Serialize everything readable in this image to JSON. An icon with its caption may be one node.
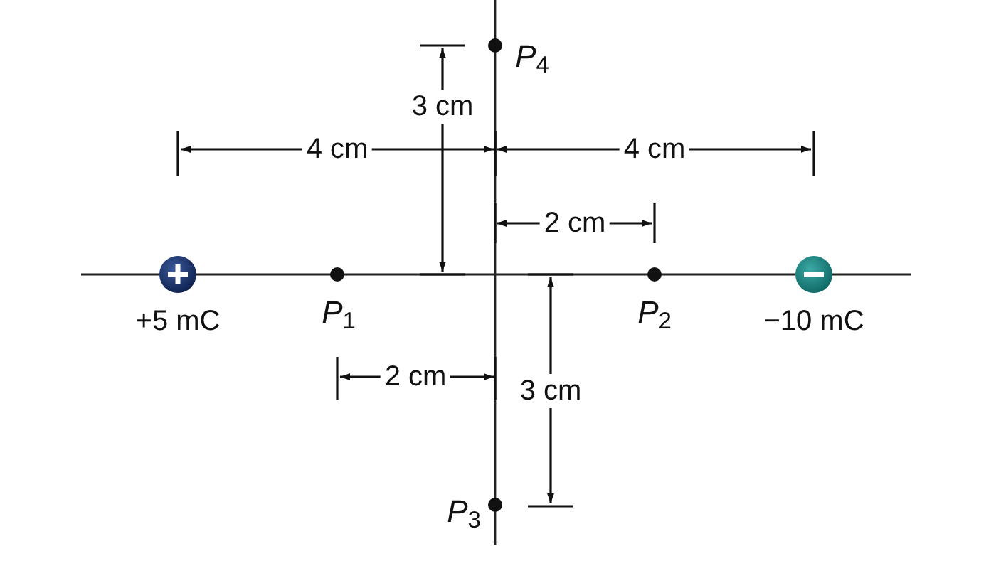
{
  "diagram": {
    "labels": [
      "*P*$_{4}$",
      "3 cm",
      "4 cm",
      "4 cm",
      "2 cm",
      "+5 mC",
      "*P*$_{1}$",
      "*P*$_{2}$",
      "−10 mC",
      "2 cm",
      "3 cm",
      "*P*$_{3}$"
    ]
  }
}
